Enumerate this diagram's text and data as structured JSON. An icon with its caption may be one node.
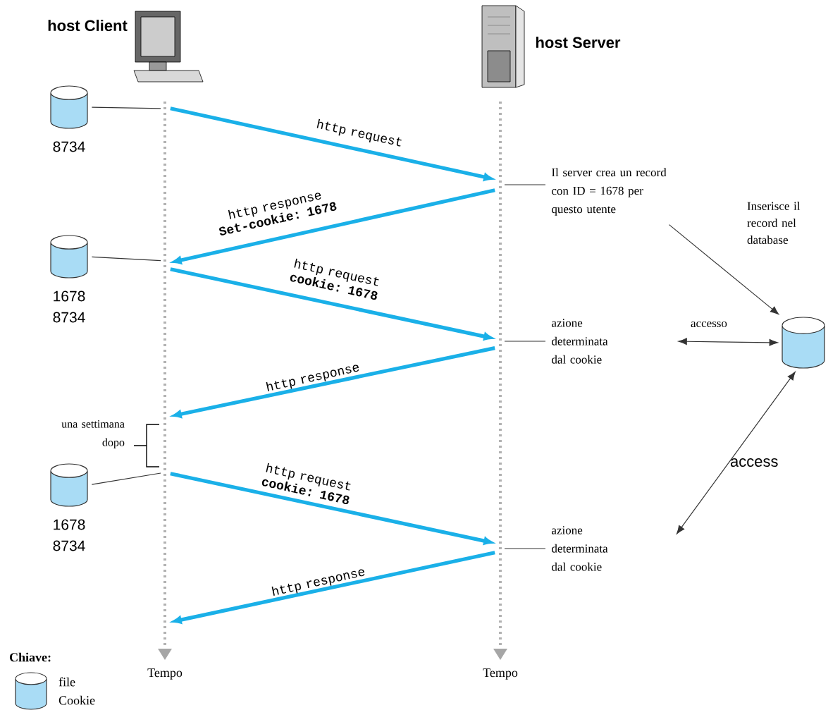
{
  "diagram": {
    "nodes": [
      {
        "text": [],
        "shape": "bar"
      },
      {
        "text": [],
        "shape": "bar"
      },
      {
        "text": [
          "8734"
        ]
      },
      {
        "text": [
          "1678",
          "8734"
        ]
      },
      {
        "text": [
          "1678",
          "8734"
        ]
      },
      {
        "text": [
          "Il server crea un record con ID = 1678 per questo utente"
        ]
      },
      {
        "text": [
          "azione determinata dal cookie"
        ]
      },
      {
        "text": [
          "azione determinata dal cookie"
        ]
      },
      {
        "text": [],
        "shape": "cylinder"
      }
    ],
    "edges": [
      {
        "from": 0,
        "to": 1,
        "arrow": "to",
        "label": "http request",
        "style": "thick",
        "color": "#1ab0e8"
      },
      {
        "from": 1,
        "to": 0,
        "arrow": "to",
        "label": "http response **Set-cookie: 1678**",
        "style": "thick",
        "color": "#1ab0e8"
      },
      {
        "from": 0,
        "to": 1,
        "arrow": "to",
        "label": "http request **cookie: 1678**",
        "style": "thick",
        "color": "#1ab0e8"
      },
      {
        "from": 1,
        "to": 0,
        "arrow": "to",
        "label": "http response",
        "style": "thick",
        "color": "#1ab0e8"
      },
      {
        "from": 0,
        "to": 1,
        "arrow": "to",
        "label": "http request **cookie: 1678**",
        "style": "thick",
        "color": "#1ab0e8"
      },
      {
        "from": 1,
        "to": 0,
        "arrow": "to",
        "label": "http response",
        "style": "thick",
        "color": "#1ab0e8"
      },
      {
        "from": 2,
        "to": 0,
        "arrow": "none"
      },
      {
        "from": 3,
        "to": 0,
        "arrow": "none"
      },
      {
        "from": 4,
        "to": 0,
        "arrow": "none"
      },
      {
        "from": 5,
        "to": 1,
        "arrow": "none"
      },
      {
        "from": 6,
        "to": 1,
        "arrow": "none"
      },
      {
        "from": 7,
        "to": 1,
        "arrow": "none"
      },
      {
        "from": 5,
        "to": 8,
        "arrow": "to",
        "label": "Inserisce il record nel database"
      },
      {
        "from": 6,
        "to": 8,
        "arrow": "both",
        "label": "accesso"
      },
      {
        "from": 7,
        "to": 8,
        "arrow": "both",
        "label": "access"
      }
    ],
    "labels": [
      "host Client",
      "host Server",
      "una settimana dopo",
      "Tempo",
      "Tempo",
      "Chiave:"
    ],
    "legend": [
      {
        "text": "file Cookie"
      }
    ]
  }
}
